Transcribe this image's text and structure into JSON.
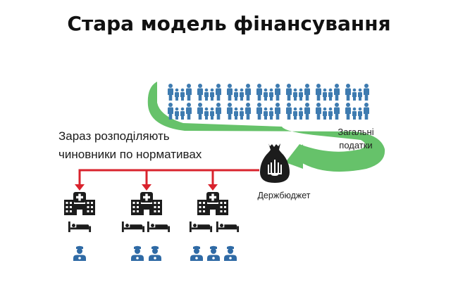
{
  "title": "Стара модель фінансування",
  "distribution_label": {
    "line1": "Зараз розподіляють",
    "line2": "чиновники по нормативах"
  },
  "taxes_label": {
    "line1": "Загальні",
    "line2": "податки"
  },
  "budget_label": "Держбюджет",
  "people_grid": {
    "rows": 2,
    "columns": 7
  },
  "hospitals": [
    {
      "beds": 1,
      "doctors": 1
    },
    {
      "beds": 2,
      "doctors": 2
    },
    {
      "beds": 2,
      "doctors": 3
    }
  ],
  "colors": {
    "green": "#66c26a",
    "arrow_red": "#d9232d",
    "people_blue": "#3e7bb0",
    "icon_dark": "#1c1c1c",
    "doctor_blue": "#2f6aa5"
  },
  "icons": {
    "people": "family-icon",
    "hospital": "hospital-icon",
    "bed": "bed-icon",
    "doctor": "doctor-icon",
    "budget": "money-bag-trident-icon"
  }
}
